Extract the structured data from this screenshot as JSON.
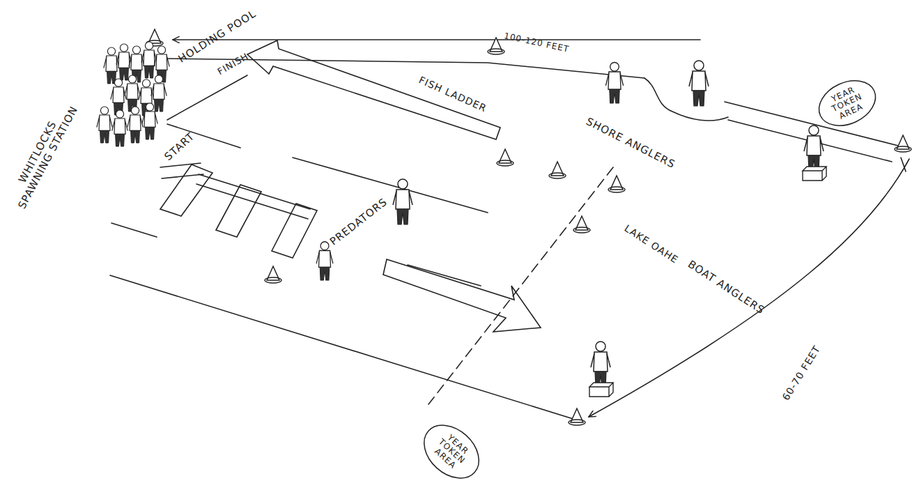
{
  "diagram": {
    "nodes": [
      {
        "text": [
          "YEAR TOKEN AREA"
        ]
      },
      {
        "text": [
          "YEAR TOKEN AREA"
        ]
      }
    ],
    "labels": [
      "HOLDING POOL",
      "FINISH",
      "100-120 FEET",
      "FISH LADDER",
      "SHORE ANGLERS",
      "WHITLOCKS SPAWNING STATION",
      "START",
      "PREDATORS",
      "LAKE OAHE",
      "BOAT ANGLERS",
      "60-70 FEET"
    ]
  }
}
